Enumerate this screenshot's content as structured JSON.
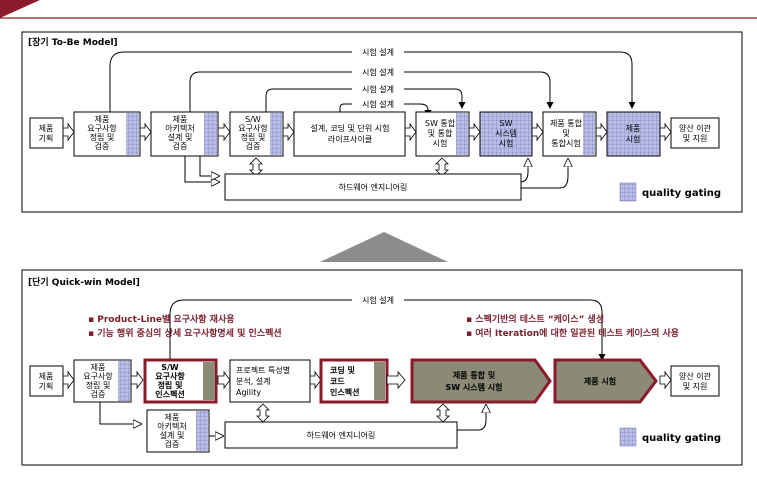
{
  "colors": {
    "accent": "#8b1a2b",
    "gate": "#9ea3d6",
    "dark_box": "#8a8a76",
    "bullet": "#7a1f2b"
  },
  "top": {
    "title": "[장기 To-Be Model]",
    "labels": {
      "design1": "시험 설계",
      "design2": "시험 설계",
      "design3": "시험 설계",
      "design4": "시험 설계",
      "hw": "하드웨어 엔지니어링",
      "legend": "quality gating"
    },
    "boxes": [
      {
        "id": "plan",
        "lines": [
          "제품",
          "기획"
        ]
      },
      {
        "id": "req",
        "lines": [
          "제품",
          "요구사항",
          "정립 및",
          "검증"
        ]
      },
      {
        "id": "arch",
        "lines": [
          "제품",
          "아키텍처",
          "설계 및",
          "검증"
        ]
      },
      {
        "id": "swreq",
        "lines": [
          "S/W",
          "요구사항",
          "정립 및",
          "검증"
        ]
      },
      {
        "id": "dev",
        "lines": [
          "설계, 코딩 및 단위 시험",
          "라이프사이클"
        ]
      },
      {
        "id": "swint",
        "lines": [
          "SW 통합",
          "및 통합",
          "시험"
        ]
      },
      {
        "id": "swsys",
        "lines": [
          "SW",
          "시스템",
          "시험"
        ]
      },
      {
        "id": "prodint",
        "lines": [
          "제품 통합",
          "및",
          "통합시험"
        ]
      },
      {
        "id": "prodtest",
        "lines": [
          "제품",
          "시험"
        ]
      },
      {
        "id": "mass",
        "lines": [
          "양산 이관",
          "및 지원"
        ]
      }
    ]
  },
  "bottom": {
    "title": "[단기 Quick-win Model]",
    "labels": {
      "design": "시험 설계",
      "hw": "하드웨어 엔지니어링",
      "legend": "quality gating"
    },
    "bullets_left": [
      "▪ Product-Line별 요구사항 재사용",
      "▪ 기능 행위 중심의 상세 요구사항명세 및 인스펙션"
    ],
    "bullets_right": [
      "▪ 스펙기반의 테스트 “케이스” 생성",
      "▪ 여러 Iteration에 대한 일관된 테스트 케이스의 사용"
    ],
    "boxes": [
      {
        "id": "plan",
        "lines": [
          "제품",
          "기획"
        ]
      },
      {
        "id": "req",
        "lines": [
          "제품",
          "요구사항",
          "정립 및",
          "검증"
        ]
      },
      {
        "id": "swreq",
        "lines": [
          "S/W",
          "요구사항",
          "정립 및",
          "인스펙션"
        ]
      },
      {
        "id": "proj",
        "lines": [
          "프로젝트 특성별",
          "분석, 설계",
          "Agility"
        ]
      },
      {
        "id": "code",
        "lines": [
          "코딩 및",
          "코드",
          "인스펙션"
        ]
      },
      {
        "id": "swint",
        "lines": [
          "제품 통합 및",
          "SW 시스템 시험"
        ]
      },
      {
        "id": "prodtest",
        "lines": [
          "제품 시험"
        ]
      },
      {
        "id": "mass",
        "lines": [
          "양산 이관",
          "및 지원"
        ]
      },
      {
        "id": "arch",
        "lines": [
          "제품",
          "아키텍처",
          "설계 및",
          "검증"
        ]
      }
    ]
  }
}
